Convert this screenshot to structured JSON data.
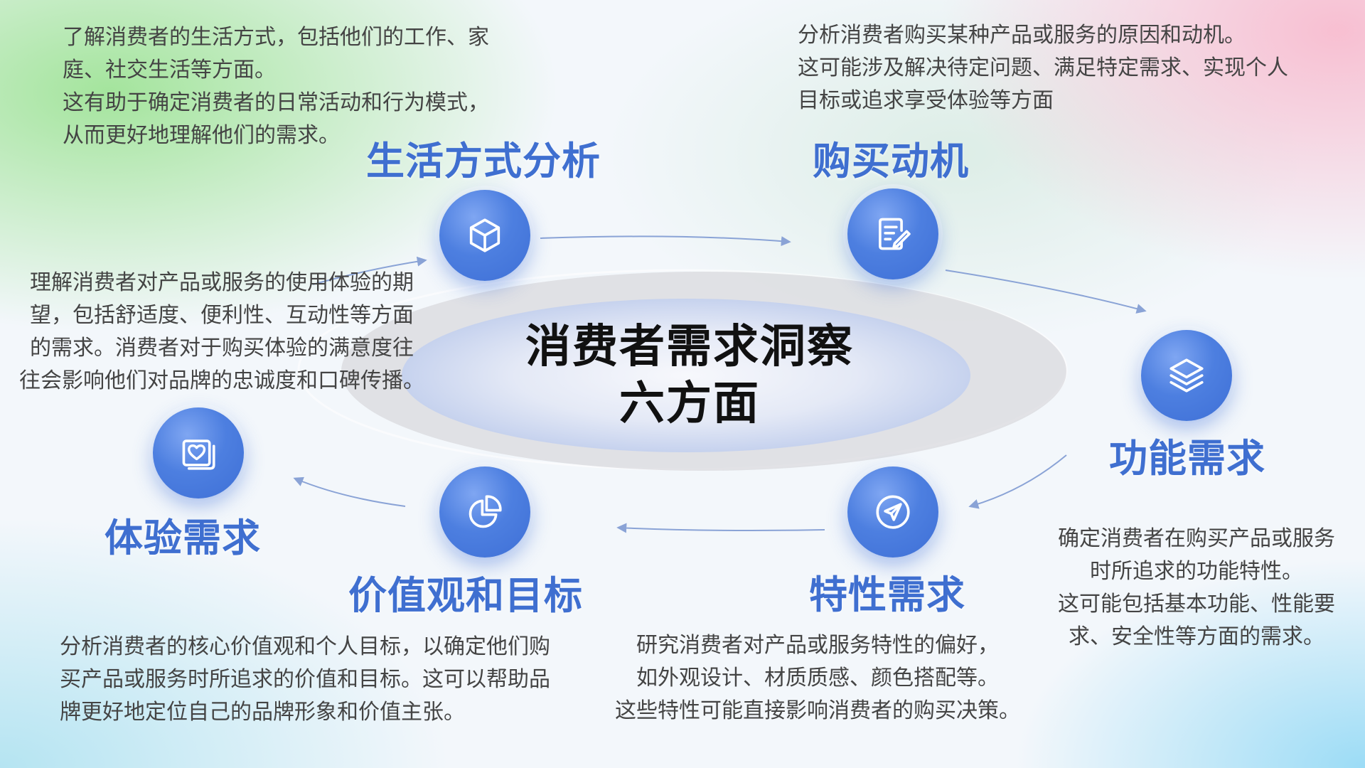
{
  "center": {
    "title_line1": "消费者需求洞察",
    "title_line2": "六方面"
  },
  "nodes": [
    {
      "id": "lifestyle",
      "title": "生活方式分析",
      "icon": "cube-icon",
      "desc": [
        "了解消费者的生活方式，包括他们的工作、家",
        "庭、社交生活等方面。",
        "这有助于确定消费者的日常活动和行为模式，",
        "从而更好地理解他们的需求。"
      ]
    },
    {
      "id": "motivation",
      "title": "购买动机",
      "icon": "document-edit-icon",
      "desc": [
        "分析消费者购买某种产品或服务的原因和动机。",
        "这可能涉及解决待定问题、满足特定需求、实现个人",
        "目标或追求享受体验等方面"
      ]
    },
    {
      "id": "function",
      "title": "功能需求",
      "icon": "layers-icon",
      "desc": [
        "确定消费者在购买产品或服务",
        "时所追求的功能特性。",
        "这可能包括基本功能、性能要",
        "求、安全性等方面的需求。"
      ]
    },
    {
      "id": "feature",
      "title": "特性需求",
      "icon": "send-icon",
      "desc": [
        "研究消费者对产品或服务特性的偏好，",
        "如外观设计、材质质感、颜色搭配等。",
        "这些特性可能直接影响消费者的购买决策。"
      ]
    },
    {
      "id": "values",
      "title": "价值观和目标",
      "icon": "pie-chart-icon",
      "desc": [
        "分析消费者的核心价值观和个人目标，以确定他们购",
        "买产品或服务时所追求的价值和目标。这可以帮助品",
        "牌更好地定位自己的品牌形象和价值主张。"
      ]
    },
    {
      "id": "experience",
      "title": "体验需求",
      "icon": "heart-frame-icon",
      "desc": [
        "理解消费者对产品或服务的使用体验的期",
        "望，包括舒适度、便利性、互动性等方面",
        "的需求。消费者对于购买体验的满意度往",
        "往会影响他们对品牌的忠诚度和口碑传播。"
      ]
    }
  ],
  "colors": {
    "accent": "#3f6fd0",
    "icon_fill": "#4d7fe0",
    "text": "#444444",
    "center_text": "#111111"
  }
}
